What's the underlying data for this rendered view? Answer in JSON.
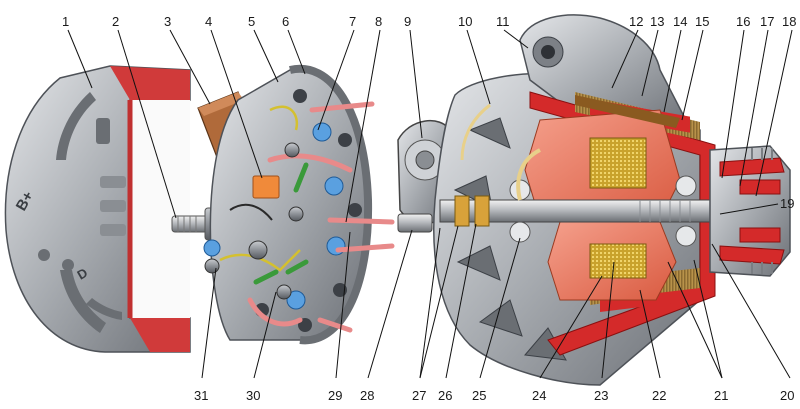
{
  "diagram": {
    "cover_marks": [
      "B+",
      "D"
    ],
    "callouts": [
      {
        "id": "1",
        "text": "1"
      },
      {
        "id": "2",
        "text": "2"
      },
      {
        "id": "3",
        "text": "3"
      },
      {
        "id": "4",
        "text": "4"
      },
      {
        "id": "5",
        "text": "5"
      },
      {
        "id": "6",
        "text": "6"
      },
      {
        "id": "7",
        "text": "7"
      },
      {
        "id": "8",
        "text": "8"
      },
      {
        "id": "9",
        "text": "9"
      },
      {
        "id": "10",
        "text": "10"
      },
      {
        "id": "11",
        "text": "11"
      },
      {
        "id": "12",
        "text": "12"
      },
      {
        "id": "13",
        "text": "13"
      },
      {
        "id": "14",
        "text": "14"
      },
      {
        "id": "15",
        "text": "15"
      },
      {
        "id": "16",
        "text": "16"
      },
      {
        "id": "17",
        "text": "17"
      },
      {
        "id": "18",
        "text": "18"
      },
      {
        "id": "19",
        "text": "19"
      },
      {
        "id": "20",
        "text": "20"
      },
      {
        "id": "21",
        "text": "21"
      },
      {
        "id": "22",
        "text": "22"
      },
      {
        "id": "23",
        "text": "23"
      },
      {
        "id": "24",
        "text": "24"
      },
      {
        "id": "25",
        "text": "25"
      },
      {
        "id": "26",
        "text": "26"
      },
      {
        "id": "27",
        "text": "27"
      },
      {
        "id": "28",
        "text": "28"
      },
      {
        "id": "29",
        "text": "29"
      },
      {
        "id": "30",
        "text": "30"
      },
      {
        "id": "31",
        "text": "31"
      }
    ],
    "colors": {
      "housing": "#9fa3a8",
      "housing_dark": "#5e6268",
      "cutaway_red": "#d42a2a",
      "rotor_orange": "#e8735a",
      "winding_yellow": "#d8b43a",
      "copper": "#c8894a",
      "pink_wire": "#f0a0a0",
      "brush_holder": "#b06a3a",
      "green": "#3a9a3a",
      "blue": "#3a8ad8"
    }
  }
}
